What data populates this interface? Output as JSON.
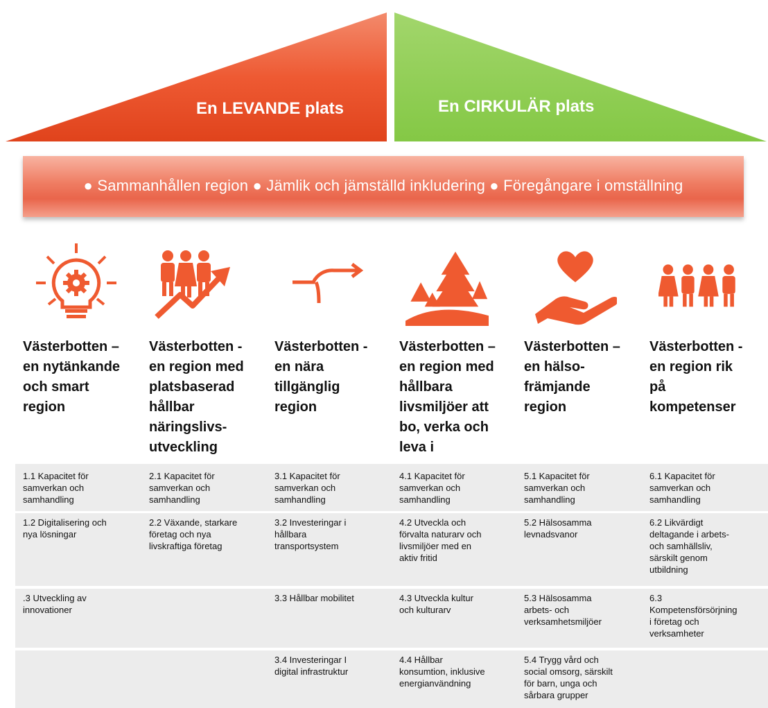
{
  "roof": {
    "left_label": "En LEVANDE plats",
    "right_label": "En CIRKULÄR plats",
    "left_color": "#e8461f",
    "right_color": "#8ccd4a"
  },
  "band": {
    "text": "● Sammanhållen region ● Jämlik och jämställd inkludering ● Föregångare i omställning"
  },
  "icons": [
    "lightbulb-gear-icon",
    "people-growth-arrow-icon",
    "curved-arrow-icon",
    "forest-trees-icon",
    "heart-hand-icon",
    "group-of-people-icon"
  ],
  "accent_color": "#ef5a30",
  "columns": [
    {
      "title_lines": [
        "Västerbotten –",
        "en nytänkande",
        "och smart",
        "region"
      ],
      "items": [
        "1.1 Kapacitet för\nsamverkan och\nsamhandling",
        "1.2 Digitalisering och\nnya lösningar",
        ".3 Utveckling av\ninnovationer",
        ""
      ]
    },
    {
      "title_lines": [
        "Västerbotten -",
        "en region med",
        "platsbaserad",
        "hållbar",
        "näringslivs-",
        "utveckling"
      ],
      "items": [
        "2.1 Kapacitet för\nsamverkan och\nsamhandling",
        "2.2 Växande, starkare\nföretag och nya\nlivskraftiga företag",
        "",
        ""
      ]
    },
    {
      "title_lines": [
        "Västerbotten -",
        "en nära",
        "tillgänglig",
        "region"
      ],
      "items": [
        "3.1 Kapacitet för\nsamverkan och\nsamhandling",
        "3.2 Investeringar i\nhållbara\ntransportsystem",
        "3.3 Hållbar mobilitet",
        "3.4 Investeringar I\ndigital infrastruktur"
      ]
    },
    {
      "title_lines": [
        "Västerbotten –",
        "en region med",
        "hållbara",
        "livsmiljöer att",
        "bo, verka och",
        "leva i"
      ],
      "items": [
        "4.1 Kapacitet för\nsamverkan och\nsamhandling",
        "4.2 Utveckla och\nförvalta naturarv och\nlivsmiljöer med en\naktiv fritid",
        "4.3 Utveckla kultur\noch kulturarv",
        "4.4 Hållbar\nkonsumtion, inklusive\nenergianvändning"
      ]
    },
    {
      "title_lines": [
        "Västerbotten –",
        "en hälso-",
        "främjande",
        "region"
      ],
      "items": [
        "5.1 Kapacitet för\nsamverkan och\nsamhandling",
        "5.2 Hälsosamma\nlevnadsvanor",
        "5.3 Hälsosamma\narbets- och\nverksamhetsmiljöer",
        "5.4 Trygg vård och\nsocial omsorg, särskilt\nför barn, unga och\nsårbara grupper"
      ]
    },
    {
      "title_lines": [
        "Västerbotten -",
        "en region rik",
        "på",
        "kompetenser"
      ],
      "items": [
        "6.1 Kapacitet för\nsamverkan och\nsamhandling",
        "6.2 Likvärdigt\ndeltagande i arbets-\noch samhällsliv,\nsärskilt genom\nutbildning",
        "6.3\nKompetensförsörjning\ni företag och\nverksamheter",
        ""
      ]
    }
  ]
}
